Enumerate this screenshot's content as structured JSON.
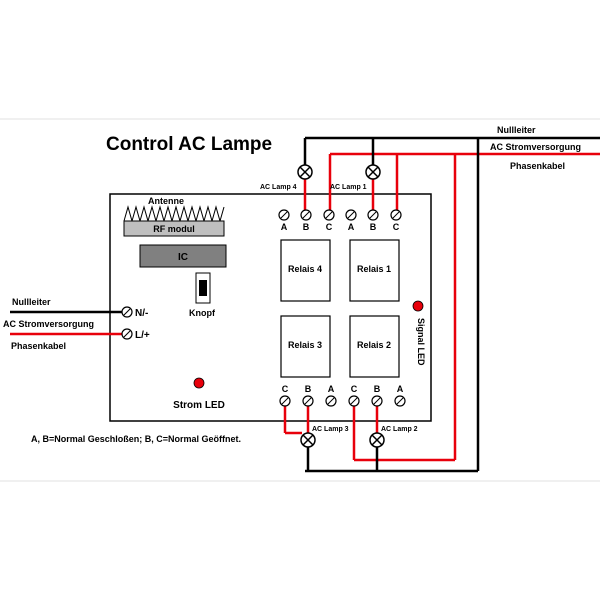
{
  "title": "Control AC Lampe",
  "board": {
    "antenna_label": "Antenne",
    "rf_module_label": "RF modul",
    "ic_label": "IC",
    "button_label": "Knopf",
    "power_led_label": "Strom LED",
    "signal_led_label": "Signal LED",
    "relays": {
      "relay4": "Relais 4",
      "relay1": "Relais 1",
      "relay3": "Relais 3",
      "relay2": "Relais 2"
    },
    "top_terminals": [
      "A",
      "B",
      "C",
      "A",
      "B",
      "C"
    ],
    "bottom_terminals": [
      "C",
      "B",
      "A",
      "C",
      "B",
      "A"
    ],
    "input_terminals": {
      "neutral": "N/-",
      "line": "L/+"
    }
  },
  "lamps": {
    "lamp4": "AC Lamp 4",
    "lamp1": "AC Lamp 1",
    "lamp3": "AC Lamp 3",
    "lamp2": "AC Lamp 2"
  },
  "right_supply": {
    "neutral": "Nullleiter",
    "supply": "AC Stromversorgung",
    "phase": "Phasenkabel"
  },
  "left_supply": {
    "neutral": "Nullleiter",
    "supply": "AC Stromversorgung",
    "phase": "Phasenkabel"
  },
  "legend": "A, B=Normal Geschloßen; B, C=Normal Geöffnet.",
  "colors": {
    "phase_wire": "#e8000b",
    "neutral_wire": "#000000",
    "led": "#e8000b",
    "module_fill": "#bfbfbf",
    "ic_fill": "#808080"
  }
}
